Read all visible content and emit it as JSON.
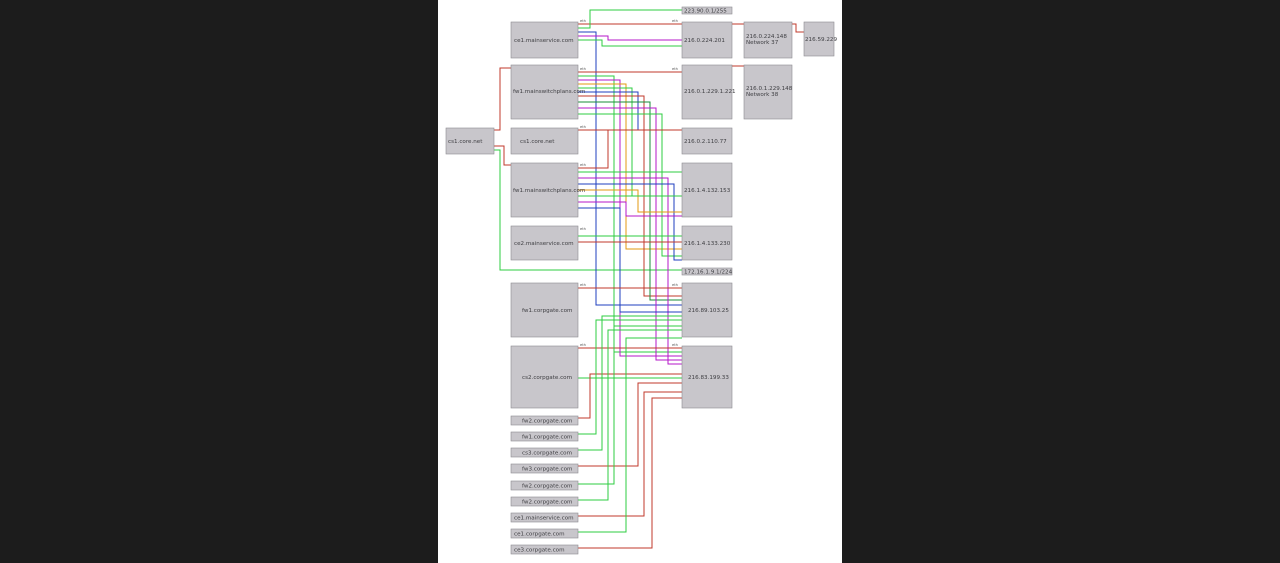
{
  "theme": {
    "background": "#1c1c1c",
    "canvas": "#ffffff",
    "node_fill": "#c8c6cb",
    "node_stroke": "#8d8b90",
    "wire_colors": [
      "#c0392b",
      "#2ecc40",
      "#1f3fbf",
      "#b517c9",
      "#e39a12",
      "#1a8c3a"
    ]
  },
  "left_column": [
    {
      "id": "L1",
      "label": "ce1.mainservice.com"
    },
    {
      "id": "L2",
      "label": "fw1.mainswitchplans.com"
    },
    {
      "id": "L3",
      "label": "cs1.core.net"
    },
    {
      "id": "L4",
      "label": "fw1.mainswitchplans.com"
    },
    {
      "id": "L5",
      "label": "ce2.mainservice.com"
    },
    {
      "id": "L6",
      "label": "fw1.corpgate.com"
    },
    {
      "id": "L7",
      "label": "cs2.corpgate.com"
    },
    {
      "id": "L8",
      "label": "fw2.corpgate.com"
    },
    {
      "id": "L9",
      "label": "fw1.corpgate.com"
    },
    {
      "id": "L10",
      "label": "cs3.corpgate.com"
    },
    {
      "id": "L11",
      "label": "fw3.corpgate.com"
    },
    {
      "id": "L12",
      "label": "fw2.corpgate.com"
    },
    {
      "id": "L13",
      "label": "fw2.corpgate.com"
    },
    {
      "id": "L14",
      "label": "ce1.mainservice.com"
    },
    {
      "id": "L15",
      "label": "ce1.corpgate.com"
    },
    {
      "id": "L16",
      "label": "ce3.corpgate.com"
    }
  ],
  "right_column": [
    {
      "id": "R0",
      "label": "223.90.0.1/255"
    },
    {
      "id": "R1",
      "label": "216.0.224.201"
    },
    {
      "id": "R2",
      "label": "216.0.1.229.1.221"
    },
    {
      "id": "R3",
      "label": "216.0.2.110.77"
    },
    {
      "id": "R4",
      "label": "216.1.4.132.153"
    },
    {
      "id": "R5",
      "label": "216.1.4.133.230"
    },
    {
      "id": "R6",
      "label": "172.16.1.9.1/224"
    },
    {
      "id": "R7",
      "label": "216.89.103.25"
    },
    {
      "id": "R8",
      "label": "216.83.199.33"
    }
  ],
  "far_right": [
    {
      "id": "X1",
      "lines": [
        "216.0.224.148",
        "Network 37"
      ]
    },
    {
      "id": "X2",
      "lines": [
        "216.0.1.229.148",
        "Network 38"
      ]
    },
    {
      "id": "X3",
      "lines": [
        "216.59.229"
      ]
    }
  ],
  "left_edge": {
    "id": "E1",
    "label": "cs1.core.net"
  }
}
